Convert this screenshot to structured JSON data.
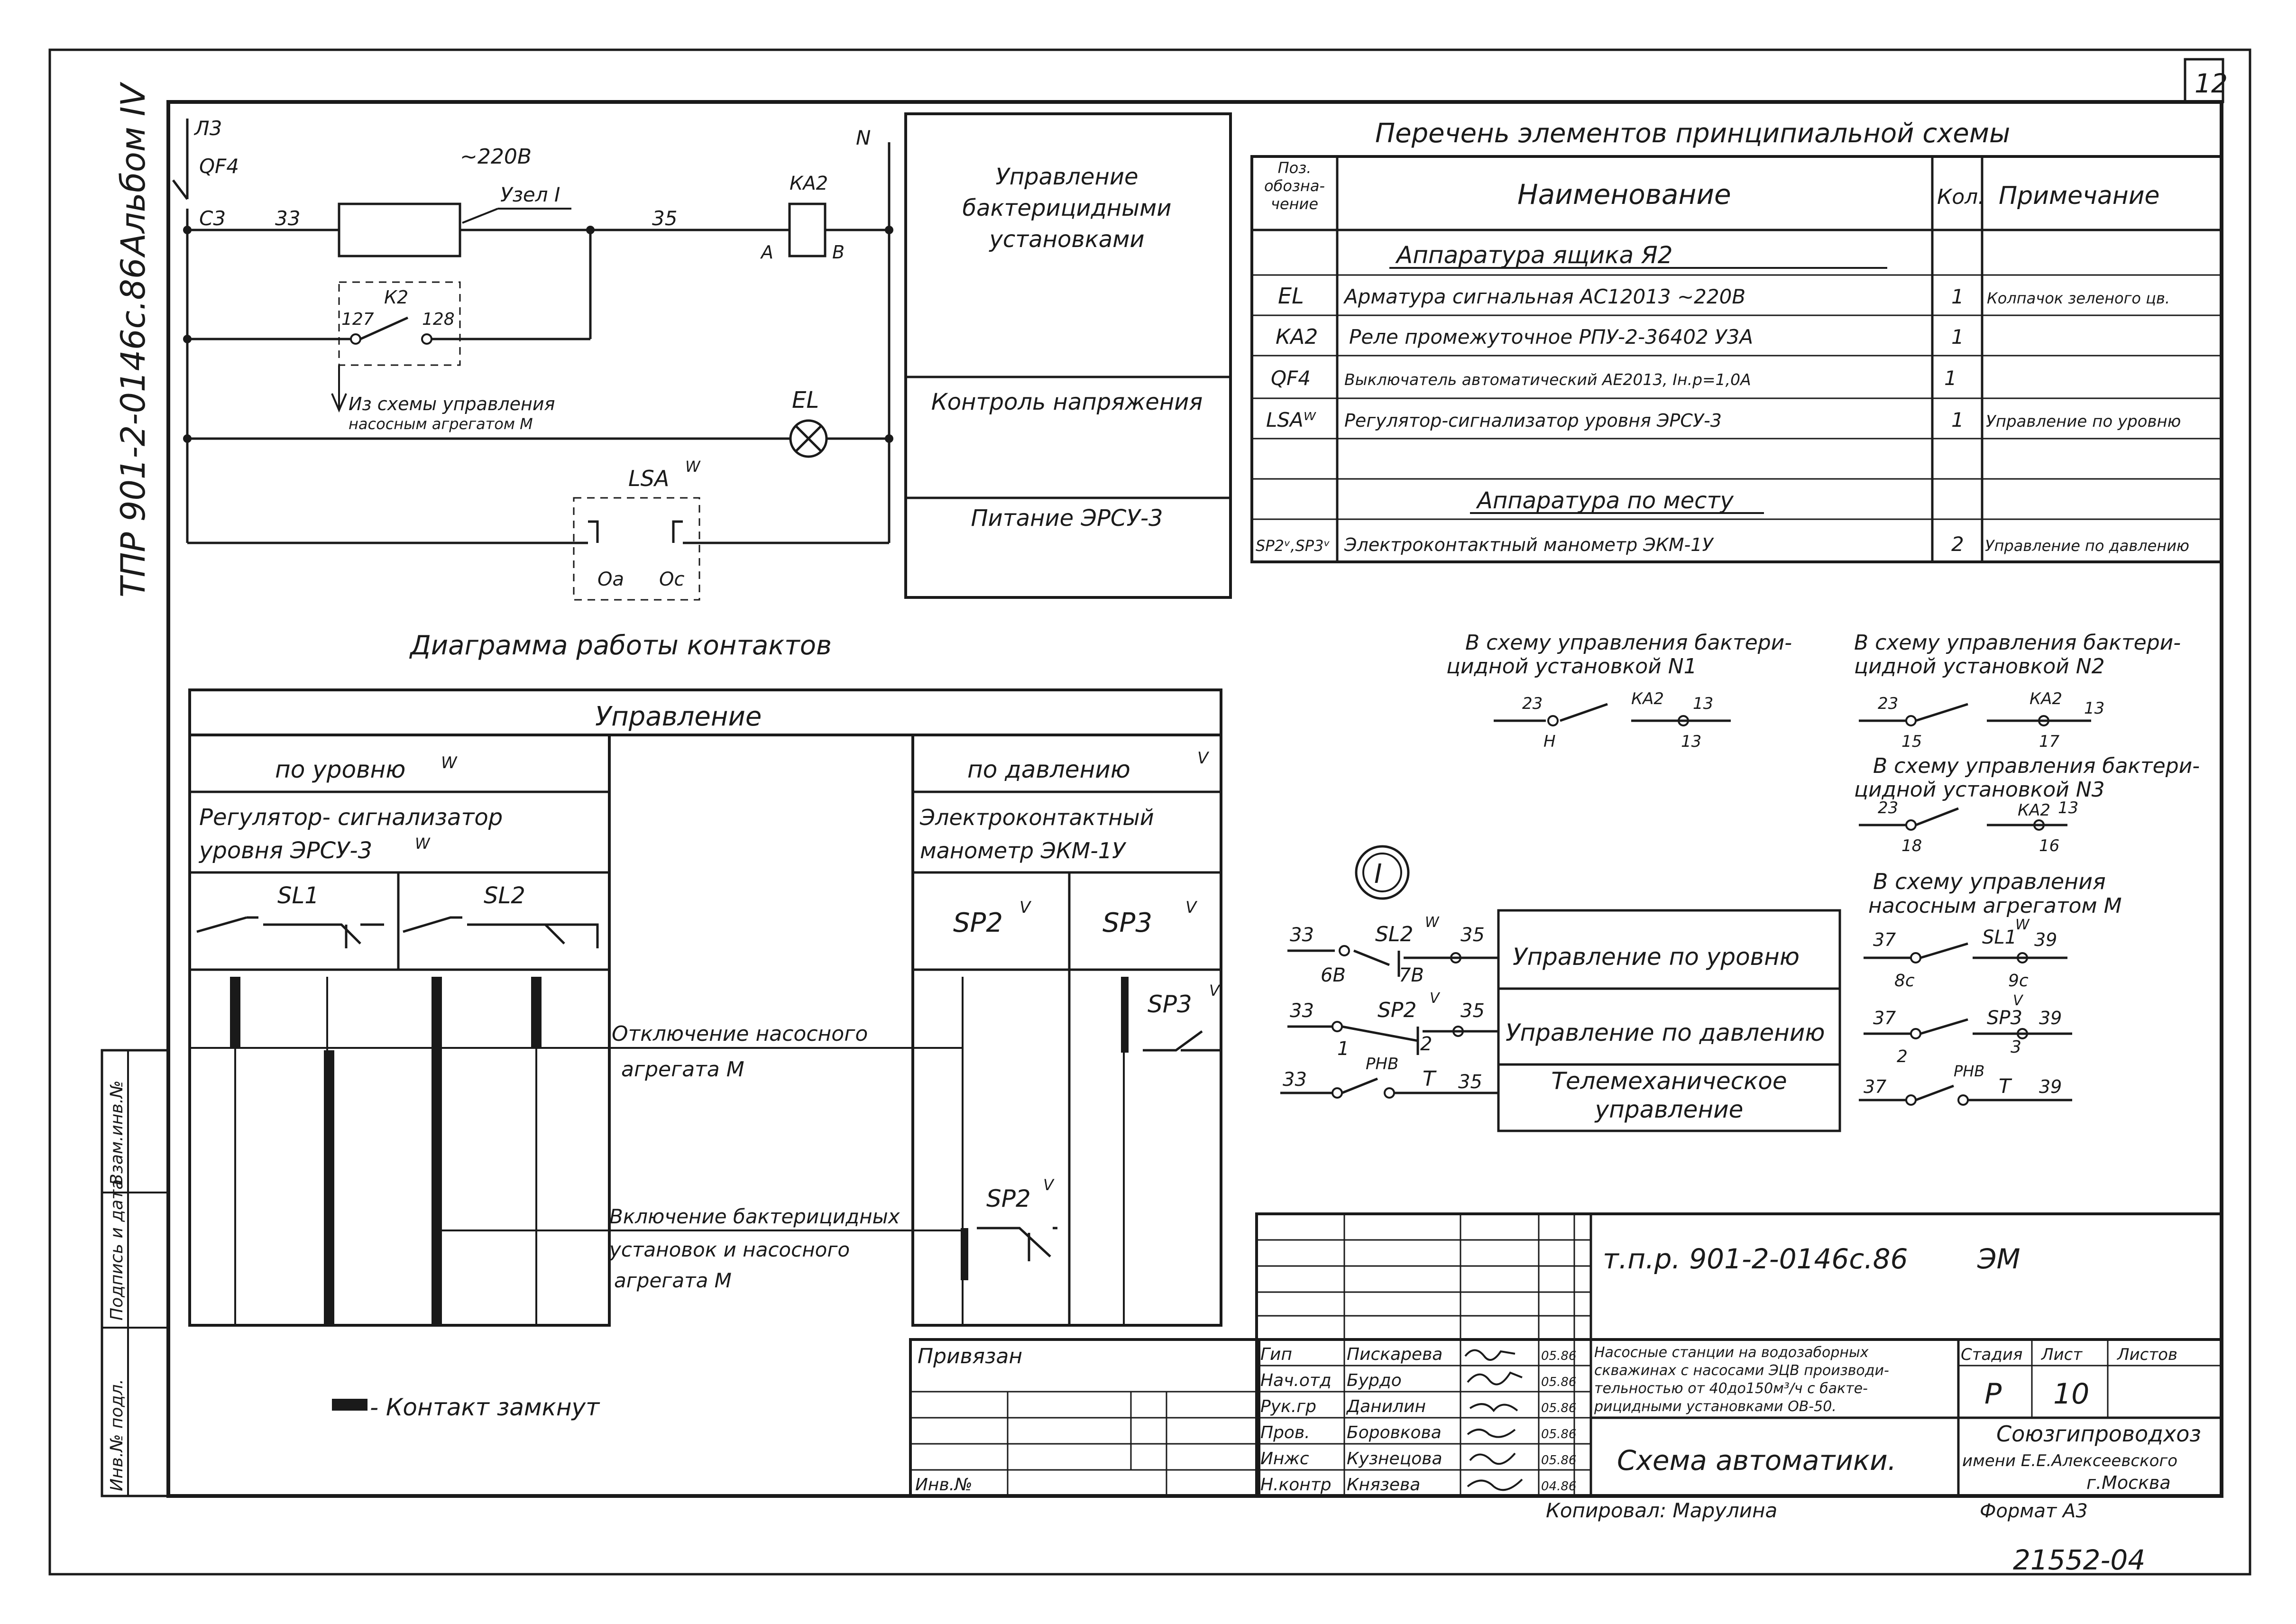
{
  "sheet": {
    "number": "12",
    "side_code": "ТПР 901-2-0146с.86",
    "album": "Альбом IV",
    "doc_number": "21552-04",
    "copied_by": "Копировал: Марулина",
    "format": "Формат А3"
  },
  "left_stamp": [
    "Инв.№ подл.",
    "Подпись и дата",
    "Взам.инв.№"
  ],
  "circuit": {
    "labels": {
      "l3": "Л3",
      "qf4": "QF4",
      "n": "N",
      "voltage": "~220В",
      "node": "Узел I",
      "c3": "С3",
      "w33": "33",
      "w35": "35",
      "ka2": "КА2",
      "a": "А",
      "b": "В",
      "k2": "К2",
      "c127": "127",
      "c128": "128",
      "from_scheme_1": "Из схемы управления",
      "from_scheme_2": "насосным агрегатом М",
      "el": "EL",
      "lsa": "LSA",
      "lsa_sup": "W",
      "oa": "Оа",
      "oc": "Ос"
    },
    "purpose": [
      "Управление бактерицидными установками",
      "Контроль напряжения",
      "Питание ЭРСУ-3"
    ]
  },
  "elements_list": {
    "title": "Перечень элементов принципиальной схемы",
    "headers": [
      "Поз. обозна- чение",
      "Наименование",
      "Кол.",
      "Примечание"
    ],
    "group_box": "Аппаратура ящика Я2",
    "rows": [
      {
        "pos": "EL",
        "name": "Арматура сигнальная АС12013 ~220В",
        "qty": "1",
        "note": "Колпачок зеленого цв."
      },
      {
        "pos": "КА2",
        "name": "Реле промежуточное РПУ-2-36402 У3А",
        "qty": "1",
        "note": ""
      },
      {
        "pos": "QF4",
        "name": "Выключатель автоматический АЕ2013, Iн.р=1,0А",
        "qty": "1",
        "note": ""
      },
      {
        "pos": "LSAᵂ",
        "name": "Регулятор-сигнализатор уровня ЭРСУ-3",
        "qty": "1",
        "note": "Управление по уровню"
      }
    ],
    "group_local": "Аппаратура по месту",
    "row_local": {
      "pos": "SP2ᵛ,SP3ᵛ",
      "name": "Электроконтактный манометр ЭКМ-1У",
      "qty": "2",
      "note": "Управление по давлению"
    }
  },
  "contact_diagram": {
    "title": "Диаграмма работы контактов",
    "header": "Управление",
    "by_level": "по уровню",
    "by_level_sup": "W",
    "by_pressure": "по давлению",
    "by_pressure_sup": "V",
    "device_level": [
      "Регулятор- сигнализатор",
      "уровня ЭРСУ-3"
    ],
    "device_level_sup": "W",
    "device_pressure": [
      "Электроконтактный",
      "манометр ЭКМ-1У"
    ],
    "sl1": "SL1",
    "sl2": "SL2",
    "sp2": "SP2",
    "sp3": "SP3",
    "sup_v": "V",
    "op_off": [
      "Отключение насосного",
      "агрегата М"
    ],
    "op_on": [
      "Включение бактерицидных",
      "установок и насосного",
      "агрегата М"
    ],
    "legend": "- Контакт замкнут"
  },
  "node_diagram": {
    "node_mark": "I",
    "rows": [
      {
        "left": "33",
        "right": "35",
        "contact": "SL2",
        "sup": "W",
        "sub_left": "6В",
        "sub_right": "7В",
        "label": "Управление по уровню"
      },
      {
        "left": "33",
        "right": "35",
        "contact": "SP2",
        "sup": "V",
        "sub_left": "1",
        "sub_right": "2",
        "label": "Управление по давлению"
      },
      {
        "left": "33",
        "right": "35",
        "contact": "Т",
        "sup": "",
        "sub_left": "РНВ",
        "sub_right": "",
        "label": "Телемеханическое управление"
      }
    ]
  },
  "links": [
    {
      "title": [
        "В схему управления бактери-",
        "цидной установкой N1"
      ],
      "left": "23",
      "sub_left": "Н",
      "relay": "КА2",
      "right": "13",
      "sub_right": "13"
    },
    {
      "title": [
        "В схему управления бактери-",
        "цидной установкой N2"
      ],
      "left": "23",
      "sub_left": "15",
      "relay": "КА2",
      "right": "13",
      "sub_right": "17"
    },
    {
      "title": [
        "В схему управления бактери-",
        "цидной установкой N3"
      ],
      "left": "23",
      "sub_left": "18",
      "relay": "КА2",
      "right": "13",
      "sub_right": "16"
    }
  ],
  "pump_links": {
    "title": [
      "В схему управления",
      "насосным агрегатом М"
    ],
    "rows": [
      {
        "left": "37",
        "contact": "SL1",
        "sup": "W",
        "right": "39",
        "sub_left": "8с",
        "sub_right": "9с"
      },
      {
        "left": "37",
        "contact": "SP3",
        "sup": "V",
        "right": "39",
        "sub_left": "2",
        "sub_right": "3"
      },
      {
        "left": "37",
        "contact": "Т",
        "sup": "",
        "relay": "РНВ",
        "right": "39",
        "sub_left": "",
        "sub_right": ""
      }
    ]
  },
  "title_block": {
    "doc_code": "т.п.р. 901-2-0146с.86",
    "mark": "ЭМ",
    "privyazan": "Привязан",
    "inv": "Инв.№",
    "roles": [
      {
        "role": "Гип",
        "name": "Пискарева",
        "date": "05.86"
      },
      {
        "role": "Нач.отд",
        "name": "Бурдо",
        "date": "05.86"
      },
      {
        "role": "Рук.гр",
        "name": "Данилин",
        "date": "05.86"
      },
      {
        "role": "Пров.",
        "name": "Боровкова",
        "date": "05.86"
      },
      {
        "role": "Инжс",
        "name": "Кузнецова",
        "date": "05.86"
      },
      {
        "role": "Н.контр",
        "name": "Князева",
        "date": "04.86"
      }
    ],
    "project": [
      "Насосные станции на водозаборных",
      "скважинах с насосами ЭЦВ производи-",
      "тельностью от 40до150м³/ч с бакте-",
      "рицидными установками ОВ-50."
    ],
    "stage_h": "Стадия",
    "sheet_h": "Лист",
    "sheets_h": "Листов",
    "stage": "Р",
    "sheet": "10",
    "drawing": "Схема автоматики.",
    "org": [
      "Союзгипроводхоз",
      "имени Е.Е.Алексеевского",
      "г.Москва"
    ]
  }
}
